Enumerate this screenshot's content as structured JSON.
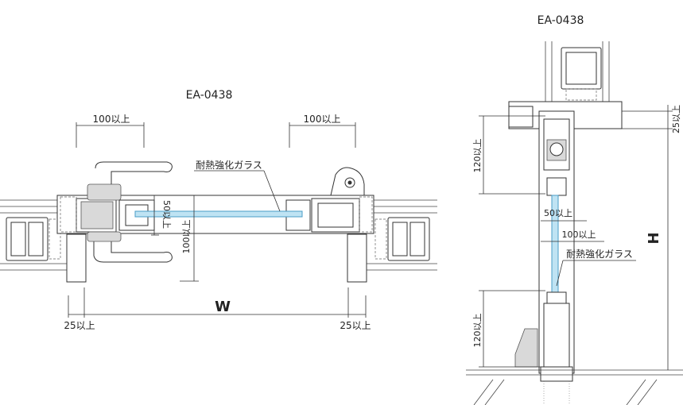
{
  "plan_view": {
    "title": "EA-0438",
    "dim_left_top": "100以上",
    "dim_right_top": "100以上",
    "glass_label": "耐熱強化ガラス",
    "dim_50": "50以上",
    "dim_100_vertical": "100以上",
    "width_label": "W",
    "dim_left_bottom": "25以上",
    "dim_right_bottom": "25以上"
  },
  "section_view": {
    "title": "EA-0438",
    "dim_top_right": "25以上",
    "dim_upper_120": "120以上",
    "dim_50": "50以上",
    "dim_100": "100以上",
    "glass_label": "耐熱強化ガラス",
    "height_label": "H",
    "dim_lower_120": "120以上"
  }
}
